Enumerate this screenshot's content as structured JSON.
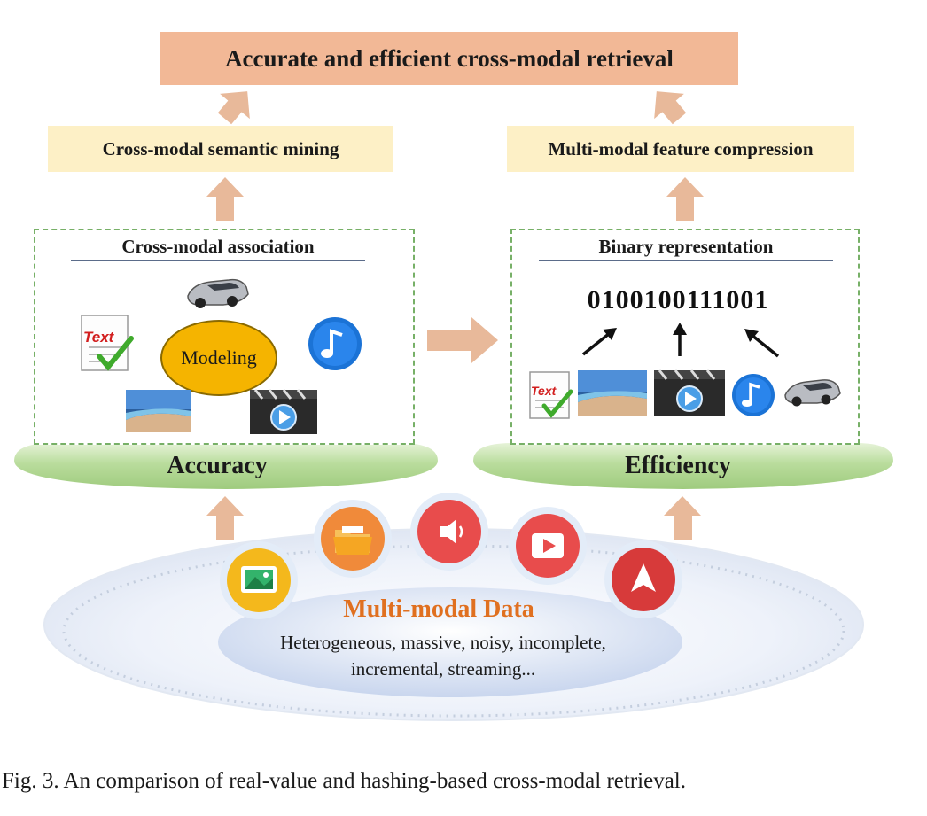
{
  "top_goal": "Accurate and efficient cross-modal retrieval",
  "left": {
    "goal": "Cross-modal semantic mining",
    "panel_title": "Cross-modal association",
    "center_label": "Modeling",
    "text_icon_label": "Text",
    "platform": "Accuracy"
  },
  "right": {
    "goal": "Multi-modal feature compression",
    "panel_title": "Binary representation",
    "code": "0100100111001",
    "text_icon_label": "Text",
    "platform": "Efficiency"
  },
  "base": {
    "title": "Multi-modal Data",
    "desc_line1": "Heterogeneous, massive, noisy, incomplete,",
    "desc_line2": "incremental, streaming..."
  },
  "caption": "Fig. 3.  An comparison of real-value and hashing-based cross-modal retrieval.",
  "colors": {
    "top_box": "#f2b896",
    "sub_box": "#fdf0c6",
    "arrow": "#e8b99a",
    "panel_border": "#77b067",
    "platform": "#b9dc9c",
    "modeling": "#f5b400",
    "data_title": "#e07020"
  },
  "icons": [
    "text-document-icon",
    "car-icon",
    "music-note-icon",
    "landscape-image-icon",
    "video-clapper-icon",
    "image-icon",
    "folder-icon",
    "speaker-icon",
    "play-icon",
    "navigation-icon"
  ]
}
